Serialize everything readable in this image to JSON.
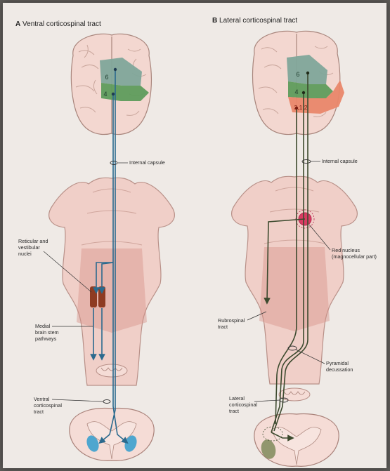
{
  "panel_a": {
    "letter": "A",
    "title": "Ventral corticospinal tract",
    "areas": [
      "6",
      "4"
    ],
    "labels": {
      "internal_capsule": "Internal capsule",
      "reticular_l1": "Reticular and",
      "reticular_l2": "vestibular",
      "reticular_l3": "nuclei",
      "medial_l1": "Medial",
      "medial_l2": "brain stem",
      "medial_l3": "pathways",
      "ventral_l1": "Ventral",
      "ventral_l2": "corticospinal",
      "ventral_l3": "tract"
    }
  },
  "panel_b": {
    "letter": "B",
    "title": "Lateral corticospinal tract",
    "areas": [
      "6",
      "4",
      "3,1,2"
    ],
    "labels": {
      "internal_capsule": "Internal capsule",
      "red_nucleus_l1": "Red nucleus",
      "red_nucleus_l2": "(magnocellular part)",
      "rubrospinal_l1": "Rubrospinal",
      "rubrospinal_l2": "tract",
      "pyramidal_l1": "Pyramidal",
      "pyramidal_l2": "decussation",
      "lateral_l1": "Lateral",
      "lateral_l2": "corticospinal",
      "lateral_l3": "tract"
    }
  },
  "colors": {
    "page": "#efeae6",
    "brain": "#f3d7d0",
    "brainstem": "#f0cfc8",
    "area6": "#7fa79a",
    "area4": "#5e9c5c",
    "area312": "#e9876a",
    "blue_tract": "#2b6a8e",
    "green_tract": "#3c4a2e",
    "red_nucleus": "#d93c63",
    "nuclei": "#8e3b22"
  }
}
